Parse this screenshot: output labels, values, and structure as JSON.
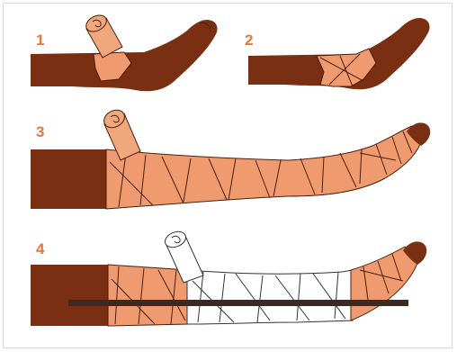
{
  "steps": [
    {
      "number": "1"
    },
    {
      "number": "2"
    },
    {
      "number": "3"
    },
    {
      "number": "4"
    }
  ],
  "colors": {
    "skin": "#7a2f12",
    "bandage": "#ef9b6f",
    "bandage_outline": "#4a1e0d",
    "step_number": "#e8763c",
    "splint": "#3a2a22",
    "white_bandage": "#ffffff"
  }
}
